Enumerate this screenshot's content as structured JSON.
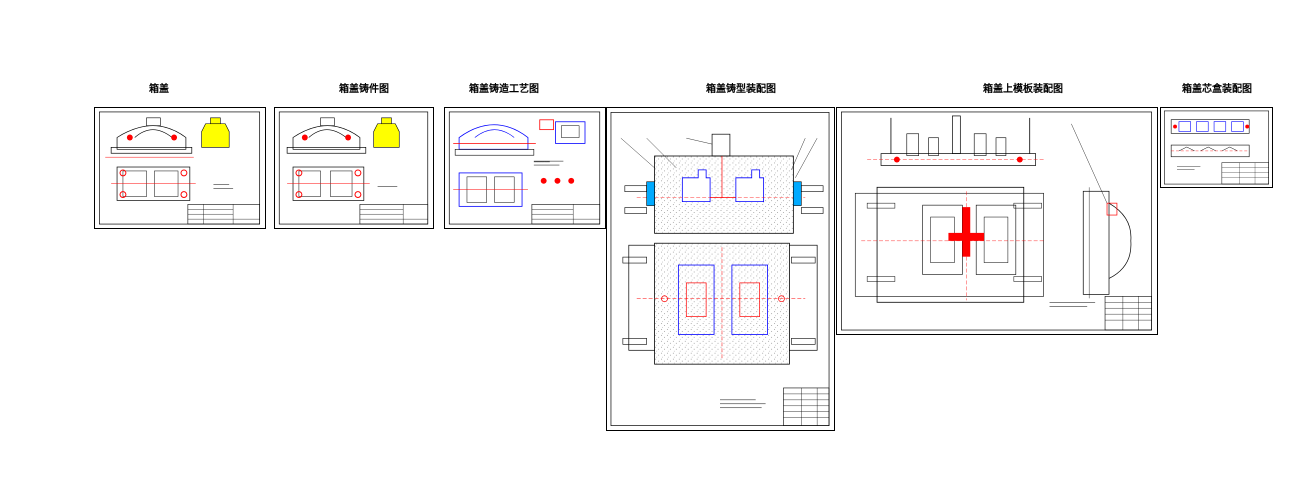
{
  "sheets": [
    {
      "id": "s1",
      "title": "箱盖"
    },
    {
      "id": "s2",
      "title": "箱盖铸件图"
    },
    {
      "id": "s3",
      "title": "箱盖铸造工艺图"
    },
    {
      "id": "s4",
      "title": "箱盖铸型装配图"
    },
    {
      "id": "s5",
      "title": "箱盖上模板装配图"
    },
    {
      "id": "s6",
      "title": "箱盖芯盒装配图"
    }
  ],
  "colors": {
    "line": "#000000",
    "red": "#ff0000",
    "blue": "#0000ff",
    "yellow": "#ffff00",
    "cyan": "#00aaff",
    "sand": "#bbbbbb"
  }
}
